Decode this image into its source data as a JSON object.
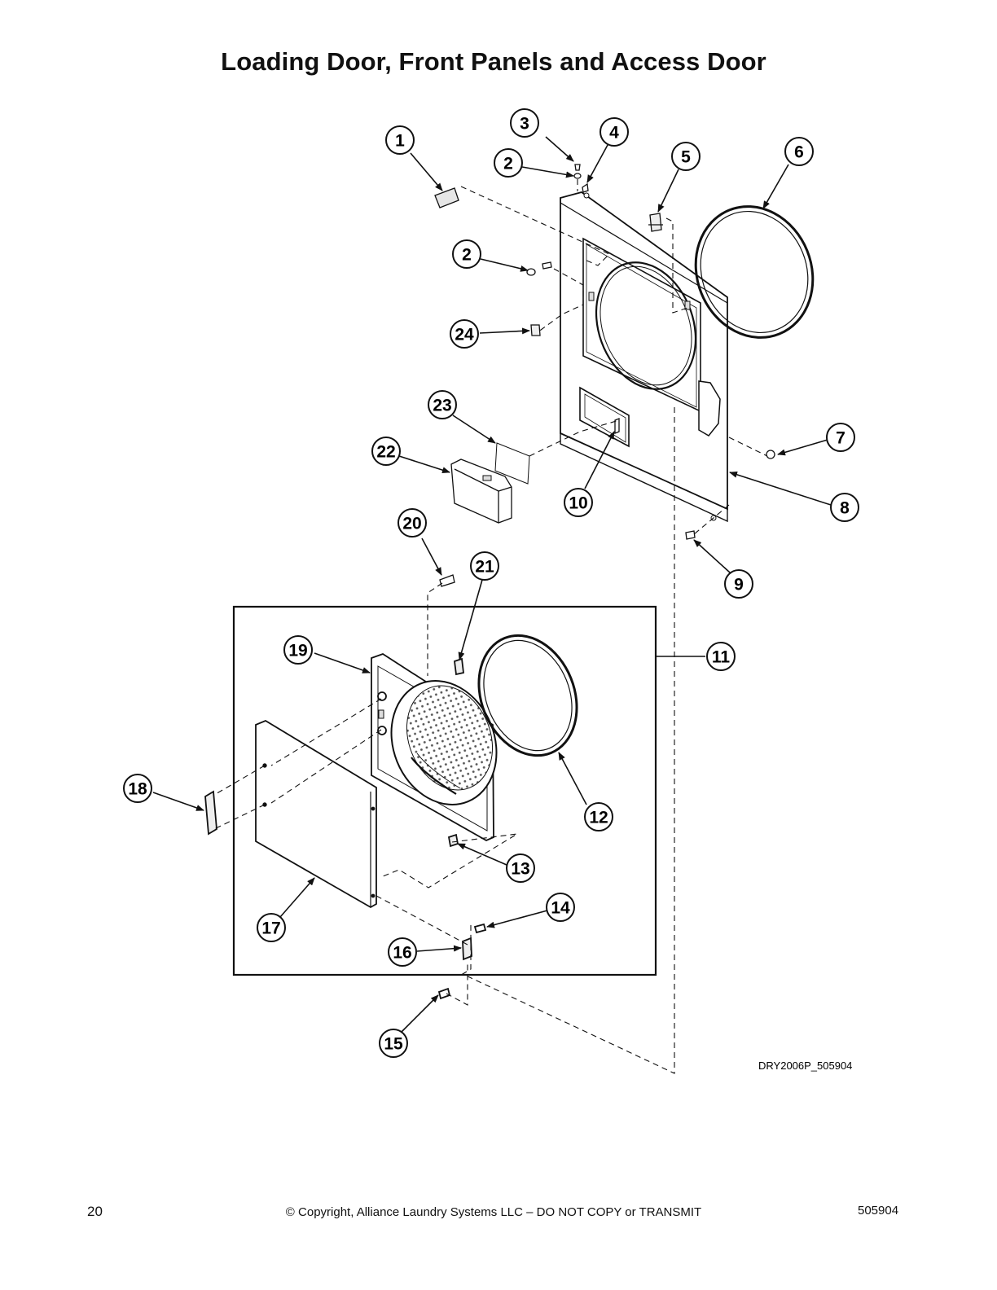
{
  "title": "Loading Door, Front Panels and Access Door",
  "callouts": [
    {
      "id": "c1",
      "label": "1"
    },
    {
      "id": "c2a",
      "label": "2"
    },
    {
      "id": "c3",
      "label": "3"
    },
    {
      "id": "c4",
      "label": "4"
    },
    {
      "id": "c5",
      "label": "5"
    },
    {
      "id": "c6",
      "label": "6"
    },
    {
      "id": "c2b",
      "label": "2"
    },
    {
      "id": "c24",
      "label": "24"
    },
    {
      "id": "c23",
      "label": "23"
    },
    {
      "id": "c22",
      "label": "22"
    },
    {
      "id": "c10",
      "label": "10"
    },
    {
      "id": "c7",
      "label": "7"
    },
    {
      "id": "c8",
      "label": "8"
    },
    {
      "id": "c9",
      "label": "9"
    },
    {
      "id": "c20",
      "label": "20"
    },
    {
      "id": "c21",
      "label": "21"
    },
    {
      "id": "c11",
      "label": "11"
    },
    {
      "id": "c19",
      "label": "19"
    },
    {
      "id": "c12",
      "label": "12"
    },
    {
      "id": "c18",
      "label": "18"
    },
    {
      "id": "c13",
      "label": "13"
    },
    {
      "id": "c17",
      "label": "17"
    },
    {
      "id": "c14",
      "label": "14"
    },
    {
      "id": "c16",
      "label": "16"
    },
    {
      "id": "c15",
      "label": "15"
    }
  ],
  "drawing_code": "DRY2006P_505904",
  "footer": {
    "page_number": "20",
    "copyright": "© Copyright, Alliance Laundry Systems LLC – DO NOT COPY or TRANSMIT",
    "doc_number": "505904"
  }
}
